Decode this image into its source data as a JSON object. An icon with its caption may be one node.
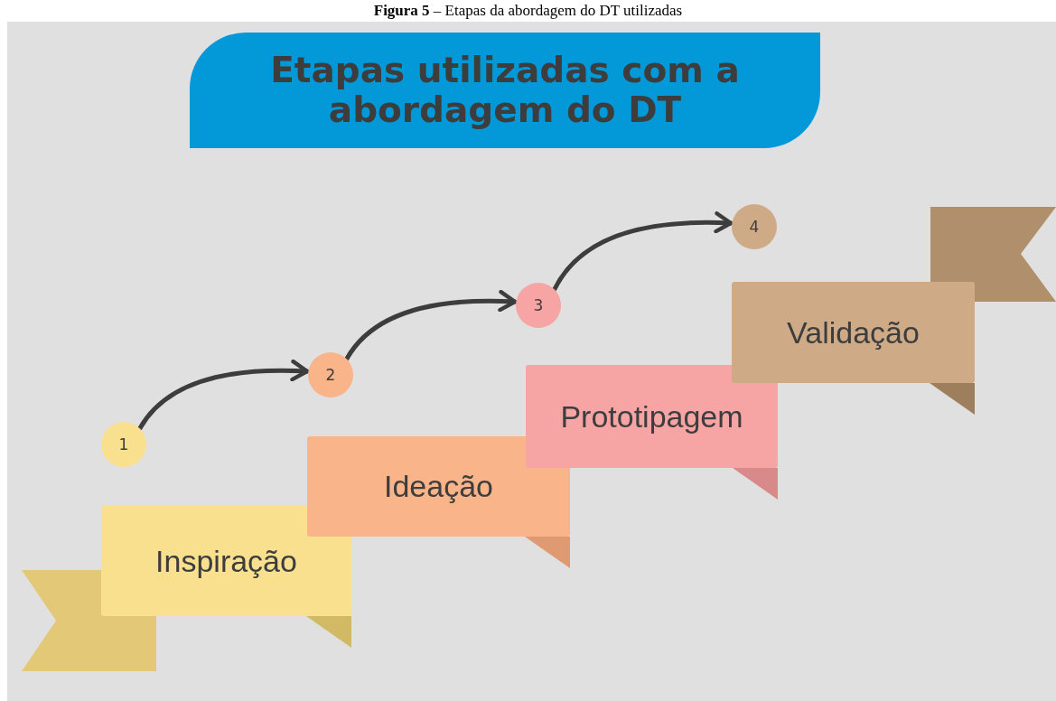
{
  "diagram": {
    "caption": "**Figura 5** – Etapas da abordagem do DT utilizadas",
    "nodes": [
      {
        "text": [
          "Etapas utilizadas com a abordagem do DT"
        ]
      },
      {
        "text": [
          "1"
        ]
      },
      {
        "text": [
          "2"
        ]
      },
      {
        "text": [
          "3"
        ]
      },
      {
        "text": [
          "4"
        ]
      },
      {
        "text": [
          "Inspiração"
        ]
      },
      {
        "text": [
          "Ideação"
        ]
      },
      {
        "text": [
          "Prototipagem"
        ]
      },
      {
        "text": [
          "Validação"
        ]
      }
    ],
    "edges": [
      {
        "from": 1,
        "to": 2,
        "arrow": "to"
      },
      {
        "from": 2,
        "to": 3,
        "arrow": "to"
      },
      {
        "from": 3,
        "to": 4,
        "arrow": "to"
      }
    ]
  }
}
